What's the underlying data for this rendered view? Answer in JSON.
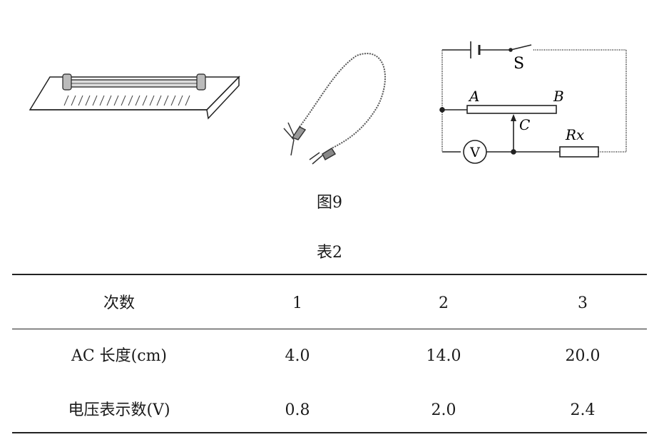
{
  "figure": {
    "caption": "图9",
    "circuit_labels": {
      "switch": "S",
      "wire_end_a": "A",
      "wire_end_b": "B",
      "slider_contact": "C",
      "voltmeter": "V",
      "resistor": "Rx"
    }
  },
  "table": {
    "caption": "表2",
    "headers": [
      "次数",
      "1",
      "2",
      "3"
    ],
    "rows": [
      {
        "label": "AC 长度(cm)",
        "values": [
          "4.0",
          "14.0",
          "20.0"
        ]
      },
      {
        "label": "电压表示数(V)",
        "values": [
          "0.8",
          "2.0",
          "2.4"
        ]
      }
    ]
  }
}
